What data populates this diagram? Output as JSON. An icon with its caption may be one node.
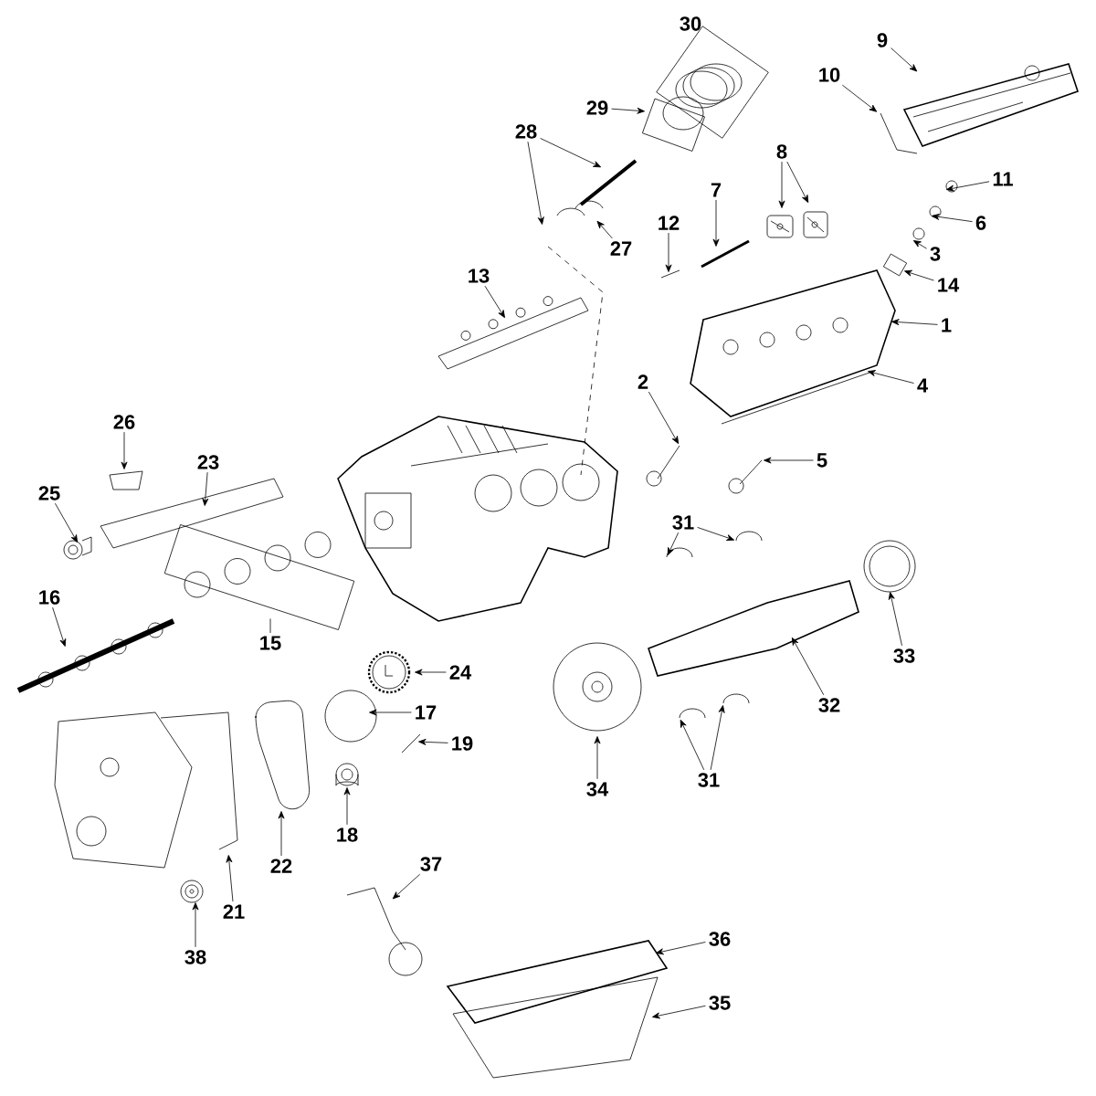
{
  "diagram": {
    "nodes": [
      {
        "text": [
          "1"
        ]
      },
      {
        "text": [
          "2"
        ]
      },
      {
        "text": [
          "3"
        ]
      },
      {
        "text": [
          "4"
        ]
      },
      {
        "text": [
          "5"
        ]
      },
      {
        "text": [
          "6"
        ]
      },
      {
        "text": [
          "7"
        ]
      },
      {
        "text": [
          "8"
        ]
      },
      {
        "text": [
          "9"
        ]
      },
      {
        "text": [
          "10"
        ]
      },
      {
        "text": [
          "11"
        ]
      },
      {
        "text": [
          "12"
        ]
      },
      {
        "text": [
          "13"
        ]
      },
      {
        "text": [
          "14"
        ]
      },
      {
        "text": [
          "15"
        ]
      },
      {
        "text": [
          "16"
        ]
      },
      {
        "text": [
          "17"
        ]
      },
      {
        "text": [
          "18"
        ]
      },
      {
        "text": [
          "19"
        ]
      },
      {
        "text": [
          "21"
        ]
      },
      {
        "text": [
          "22"
        ]
      },
      {
        "text": [
          "23"
        ]
      },
      {
        "text": [
          "24"
        ]
      },
      {
        "text": [
          "25"
        ]
      },
      {
        "text": [
          "26"
        ]
      },
      {
        "text": [
          "27"
        ]
      },
      {
        "text": [
          "28"
        ]
      },
      {
        "text": [
          "29"
        ]
      },
      {
        "text": [
          "31"
        ]
      },
      {
        "text": [
          "31"
        ]
      },
      {
        "text": [
          "32"
        ]
      },
      {
        "text": [
          "33"
        ]
      },
      {
        "text": [
          "34"
        ]
      },
      {
        "text": [
          "35"
        ]
      },
      {
        "text": [
          "36"
        ]
      },
      {
        "text": [
          "37"
        ]
      },
      {
        "text": [
          "38"
        ]
      },
      {
        "text": [],
        "shape": "picture"
      },
      {
        "text": [],
        "shape": "picture"
      },
      {
        "text": [],
        "shape": "picture"
      },
      {
        "text": [],
        "shape": "picture"
      },
      {
        "text": [],
        "shape": "picture"
      },
      {
        "text": [],
        "shape": "picture"
      },
      {
        "text": [],
        "shape": "picture"
      },
      {
        "text": [],
        "shape": "picture"
      },
      {
        "text": [],
        "shape": "picture"
      },
      {
        "text": [],
        "shape": "picture"
      },
      {
        "text": [],
        "shape": "picture"
      },
      {
        "text": [],
        "shape": "picture"
      },
      {
        "text": [],
        "shape": "picture"
      },
      {
        "text": [],
        "shape": "picture"
      },
      {
        "text": [],
        "shape": "picture"
      },
      {
        "text": [],
        "shape": "picture"
      },
      {
        "text": [],
        "shape": "picture"
      },
      {
        "text": [],
        "shape": "picture"
      },
      {
        "text": [],
        "shape": "picture"
      },
      {
        "text": [],
        "shape": "picture"
      },
      {
        "text": [],
        "shape": "picture"
      },
      {
        "text": [],
        "shape": "picture"
      },
      {
        "text": [],
        "shape": "picture"
      },
      {
        "text": [],
        "shape": "picture"
      },
      {
        "text": [],
        "shape": "picture"
      },
      {
        "text": [],
        "shape": "picture"
      },
      {
        "text": [],
        "shape": "picture"
      },
      {
        "text": [],
        "shape": "picture"
      },
      {
        "text": [],
        "shape": "picture"
      },
      {
        "text": [],
        "shape": "picture"
      },
      {
        "text": [],
        "shape": "picture"
      },
      {
        "text": [],
        "shape": "picture"
      },
      {
        "text": [],
        "shape": "picture"
      },
      {
        "text": [],
        "shape": "picture"
      },
      {
        "text": [],
        "shape": "picture"
      },
      {
        "text": [],
        "shape": "picture"
      },
      {
        "text": [],
        "shape": "picture"
      },
      {
        "text": [],
        "shape": "picture"
      },
      {
        "text": [],
        "shape": "picture"
      },
      {
        "text": [],
        "shape": "picture"
      },
      {
        "text": [],
        "shape": "picture"
      }
    ],
    "edges": [
      {
        "from": 0,
        "to": 37,
        "arrow": "to"
      },
      {
        "from": 1,
        "to": 38,
        "arrow": "to"
      },
      {
        "from": 2,
        "to": 39,
        "arrow": "to"
      },
      {
        "from": 3,
        "to": 40,
        "arrow": "to"
      },
      {
        "from": 4,
        "to": 41,
        "arrow": "to"
      },
      {
        "from": 5,
        "to": 42,
        "arrow": "to"
      },
      {
        "from": 6,
        "to": 43,
        "arrow": "to"
      },
      {
        "from": 7,
        "to": 44,
        "arrow": "to"
      },
      {
        "from": 7,
        "to": 45,
        "arrow": "to"
      },
      {
        "from": 8,
        "to": 46,
        "arrow": "to"
      },
      {
        "from": 9,
        "to": 47,
        "arrow": "to"
      },
      {
        "from": 10,
        "to": 48,
        "arrow": "to"
      },
      {
        "from": 11,
        "to": 49,
        "arrow": "to"
      },
      {
        "from": 12,
        "to": 50,
        "arrow": "to"
      },
      {
        "from": 13,
        "to": 51,
        "arrow": "to"
      },
      {
        "from": 14,
        "to": 52,
        "arrow": "none"
      },
      {
        "from": 15,
        "to": 53,
        "arrow": "to"
      },
      {
        "from": 16,
        "to": 54,
        "arrow": "to"
      },
      {
        "from": 17,
        "to": 55,
        "arrow": "to"
      },
      {
        "from": 18,
        "to": 56,
        "arrow": "to"
      },
      {
        "from": 19,
        "to": 57,
        "arrow": "to"
      },
      {
        "from": 20,
        "to": 58,
        "arrow": "to"
      },
      {
        "from": 21,
        "to": 59,
        "arrow": "to"
      },
      {
        "from": 22,
        "to": 60,
        "arrow": "to"
      },
      {
        "from": 23,
        "to": 61,
        "arrow": "to"
      },
      {
        "from": 24,
        "to": 62,
        "arrow": "to"
      },
      {
        "from": 25,
        "to": 63,
        "arrow": "to"
      },
      {
        "from": 26,
        "to": 64,
        "arrow": "to"
      },
      {
        "from": 26,
        "to": 65,
        "arrow": "to"
      },
      {
        "from": 27,
        "to": 66,
        "arrow": "to"
      },
      {
        "from": 28,
        "to": 67,
        "arrow": "to"
      },
      {
        "from": 28,
        "to": 68,
        "arrow": "to"
      },
      {
        "from": 29,
        "to": 69,
        "arrow": "to"
      },
      {
        "from": 29,
        "to": 70,
        "arrow": "to"
      },
      {
        "from": 30,
        "to": 71,
        "arrow": "to"
      },
      {
        "from": 31,
        "to": 72,
        "arrow": "to"
      },
      {
        "from": 32,
        "to": 73,
        "arrow": "to"
      },
      {
        "from": 33,
        "to": 74,
        "arrow": "to"
      },
      {
        "from": 34,
        "to": 75,
        "arrow": "to"
      },
      {
        "from": 35,
        "to": 76,
        "arrow": "to"
      },
      {
        "from": 36,
        "to": 77,
        "arrow": "to"
      }
    ],
    "labels": [
      "30"
    ]
  }
}
